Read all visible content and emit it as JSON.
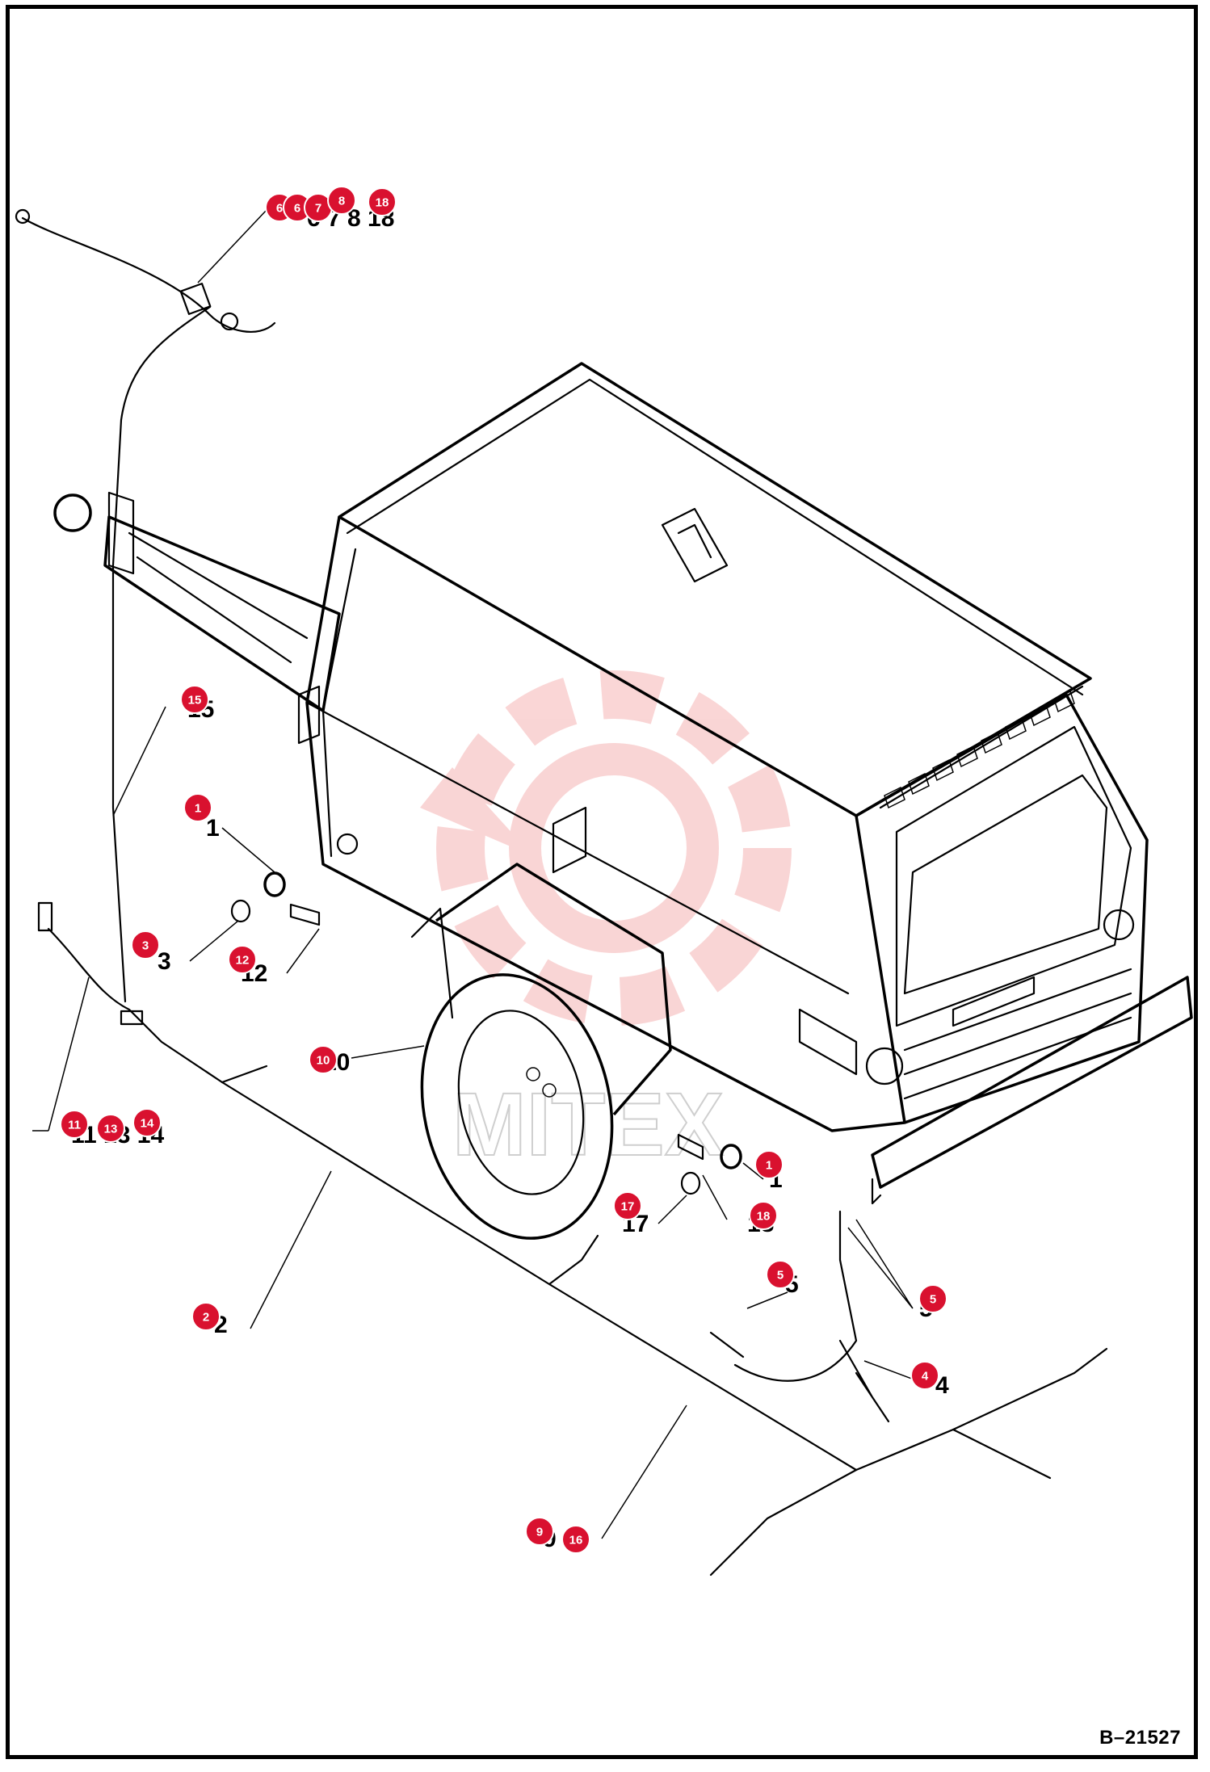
{
  "drawing": {
    "document_id": "B–21527",
    "watermark_text": "MITEX",
    "accent_color": "#d9112f",
    "watermark_color": "#f5b7b7"
  },
  "callouts": [
    {
      "label": "6"
    },
    {
      "label": "6"
    },
    {
      "label": "7"
    },
    {
      "label": "8"
    },
    {
      "label": "18"
    },
    {
      "label": "15"
    },
    {
      "label": "1"
    },
    {
      "label": "3"
    },
    {
      "label": "12"
    },
    {
      "label": "10"
    },
    {
      "label": "11"
    },
    {
      "label": "13"
    },
    {
      "label": "14"
    },
    {
      "label": "1"
    },
    {
      "label": "17"
    },
    {
      "label": "18"
    },
    {
      "label": "5"
    },
    {
      "label": "5"
    },
    {
      "label": "2"
    },
    {
      "label": "4"
    },
    {
      "label": "9"
    },
    {
      "label": "16"
    }
  ]
}
